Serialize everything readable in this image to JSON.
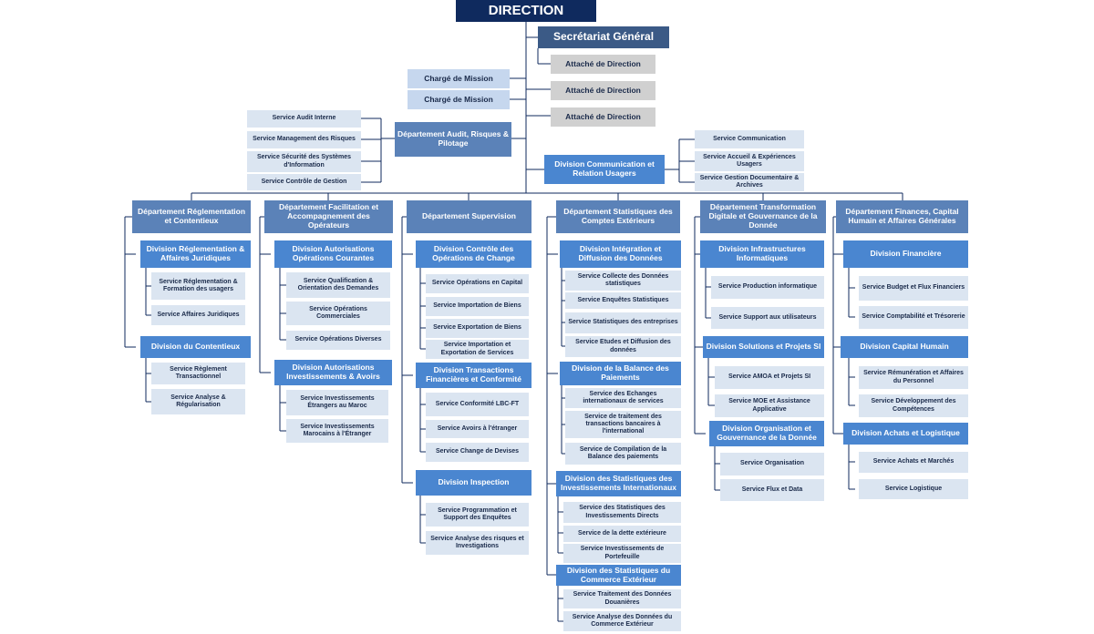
{
  "top": "DIRECTION",
  "secretariat": "Secrétariat Général",
  "attaches": [
    "Attaché de Direction",
    "Attaché de Direction",
    "Attaché de Direction"
  ],
  "charges": [
    "Chargé de Mission",
    "Chargé de Mission"
  ],
  "audit": {
    "title": "Département Audit, Risques & Pilotage",
    "services": [
      "Service Audit Interne",
      "Service Management des Risques",
      "Service Sécurité des Systèmes d'Information",
      "Service Contrôle de Gestion"
    ]
  },
  "communication": {
    "title": "Division Communication et Relation Usagers",
    "services": [
      "Service Communication",
      "Service Accueil & Expériences Usagers",
      "Service Gestion Documentaire & Archives"
    ]
  },
  "departments": [
    {
      "title": "Département Réglementation et Contentieux",
      "divisions": [
        {
          "title": "Division Réglementation & Affaires Juridiques",
          "services": [
            "Service Réglementation & Formation des usagers",
            "Service Affaires Juridiques"
          ]
        },
        {
          "title": "Division du Contentieux",
          "services": [
            "Service Règlement Transactionnel",
            "Service Analyse & Régularisation"
          ]
        }
      ]
    },
    {
      "title": "Département Facilitation et Accompagnement des Opérateurs",
      "divisions": [
        {
          "title": "Division Autorisations Opérations Courantes",
          "services": [
            "Service Qualification & Orientation des Demandes",
            "Service Opérations Commerciales",
            "Service Opérations Diverses"
          ]
        },
        {
          "title": "Division Autorisations Investissements & Avoirs",
          "services": [
            "Service Investissements Étrangers au Maroc",
            "Service Investissements Marocains à l'Étranger"
          ]
        }
      ]
    },
    {
      "title": "Département Supervision",
      "divisions": [
        {
          "title": "Division Contrôle des Opérations de Change",
          "services": [
            "Service Opérations en Capital",
            "Service Importation de Biens",
            "Service Exportation de Biens",
            "Service Importation et Exportation de Services"
          ]
        },
        {
          "title": "Division Transactions Financières et Conformité",
          "services": [
            "Service Conformité LBC-FT",
            "Service Avoirs à l'étranger",
            "Service Change de Devises"
          ]
        },
        {
          "title": "Division Inspection",
          "services": [
            "Service Programmation et Support des Enquêtes",
            "Service Analyse des risques et Investigations"
          ]
        }
      ]
    },
    {
      "title": "Département Statistiques des Comptes Extérieurs",
      "divisions": [
        {
          "title": "Division Intégration et Diffusion des Données",
          "services": [
            "Service Collecte des Données statistiques",
            "Service Enquêtes Statistiques",
            "Service Statistiques des entreprises",
            "Service Etudes et Diffusion des données"
          ]
        },
        {
          "title": "Division de la Balance des Paiements",
          "services": [
            "Service des Echanges internationaux de services",
            "Service de traitement des transactions bancaires à l'international",
            "Service de Compilation de la Balance des paiements"
          ]
        },
        {
          "title": "Division des Statistiques des Investissements Internationaux",
          "services": [
            "Service des Statistiques des Investissements Directs",
            "Service de la dette extérieure",
            "Service Investissements de Portefeuille"
          ]
        },
        {
          "title": "Division des Statistiques du Commerce Extérieur",
          "services": [
            "Service Traitement des Données Douanières",
            "Service Analyse des Données du Commerce Extérieur"
          ]
        }
      ]
    },
    {
      "title": "Département Transformation Digitale et Gouvernance de la Donnée",
      "divisions": [
        {
          "title": "Division Infrastructures Informatiques",
          "services": [
            "Service Production informatique",
            "Service Support aux utilisateurs"
          ]
        },
        {
          "title": "Division Solutions et Projets SI",
          "services": [
            "Service AMOA et Projets SI",
            "Service MOE et Assistance Applicative"
          ]
        },
        {
          "title": "Division Organisation et Gouvernance de la Donnée",
          "services": [
            "Service Organisation",
            "Service Flux et Data"
          ]
        }
      ]
    },
    {
      "title": "Département Finances, Capital Humain et Affaires Générales",
      "divisions": [
        {
          "title": "Division Financière",
          "services": [
            "Service Budget et Flux Financiers",
            "Service Comptabilité et Trésorerie"
          ]
        },
        {
          "title": "Division Capital Humain",
          "services": [
            "Service Rémunération et Affaires du Personnel",
            "Service Développement des Compétences"
          ]
        },
        {
          "title": "Division Achats et Logistique",
          "services": [
            "Service Achats et Marchés",
            "Service Logistique"
          ]
        }
      ]
    }
  ]
}
